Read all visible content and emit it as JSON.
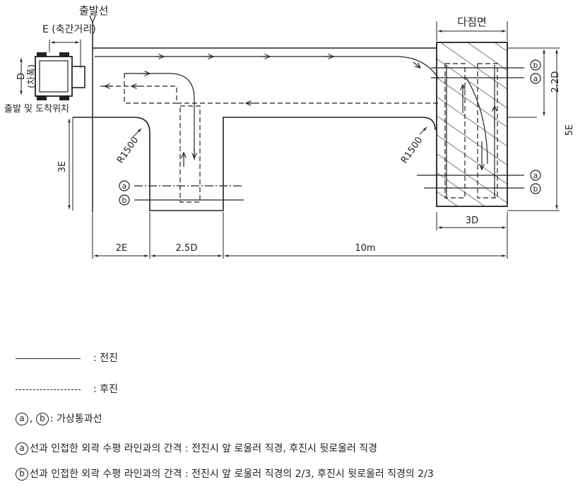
{
  "diagram": {
    "start_line": "출발선",
    "dock_face": "다짐면",
    "axle_distance": "E (축간거리)",
    "car_width": "D\n(차폭)",
    "start_position": "출발 및 도착위치",
    "radius_left": "R1500",
    "radius_right": "R1500",
    "dim_2_2d": "2.2D",
    "dim_5e": "5E",
    "dim_3e": "3E",
    "dim_3d": "3D",
    "dim_2e": "2E",
    "dim_2_5d": "2.5D",
    "dim_10m": "10m",
    "mark_a": "a",
    "mark_b": "b"
  },
  "legend": {
    "solid": ": 전진",
    "dashed": ": 후진",
    "ab_label": ": 가상통과선",
    "ab_sep": ",",
    "a_desc": "선과 인접한 외곽 수평 라인과의 간격 : 전진시 앞 로울러 직경, 후진시 뒷로울러 직경",
    "b_desc": "선과 인접한 외곽 수평 라인과의 간격 : 전진시 앞 로울러 직경의 2/3, 후진시 뒷로울러 직경의 2/3"
  }
}
